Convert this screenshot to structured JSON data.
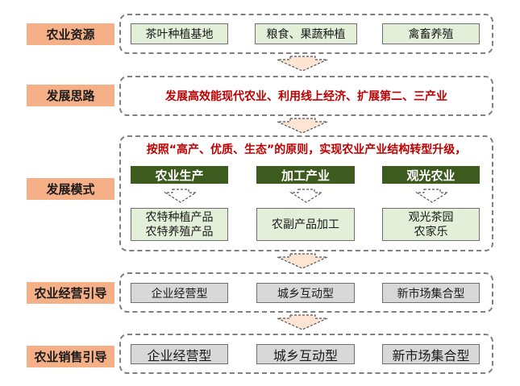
{
  "rows": {
    "resources": {
      "label": "农业资源",
      "items": [
        "茶叶种植基地",
        "粮食、果蔬种植",
        "禽畜养殖"
      ]
    },
    "thinking": {
      "label": "发展思路",
      "text": "发展高效能现代农业、利用线上经济、扩展第二、三产业"
    },
    "mode": {
      "label": "发展模式",
      "principle": "按照“高产、优质、生态”的原则，实现农业产业结构转型升级，",
      "columns": [
        {
          "title": "农业生产",
          "details": [
            "农特种植产品",
            "农特养殖产品"
          ]
        },
        {
          "title": "加工产业",
          "details": [
            "农副产品加工"
          ]
        },
        {
          "title": "观光农业",
          "details": [
            "观光茶园",
            "农家乐"
          ]
        }
      ]
    },
    "operation": {
      "label": "农业经营引导",
      "items": [
        "企业经营型",
        "城乡互动型",
        "新市场集合型"
      ]
    },
    "sales": {
      "label": "农业销售引导",
      "items": [
        "企业经营型",
        "城乡互动型",
        "新市场集合型"
      ]
    }
  },
  "colors": {
    "label_bg": "#f5b087",
    "green_box": "#e3efd8",
    "dark_green": "#3d5a1f",
    "gray_box": "#d8d8d8",
    "red_text": "#c00000",
    "arrow_fill": "#fde4d3"
  }
}
